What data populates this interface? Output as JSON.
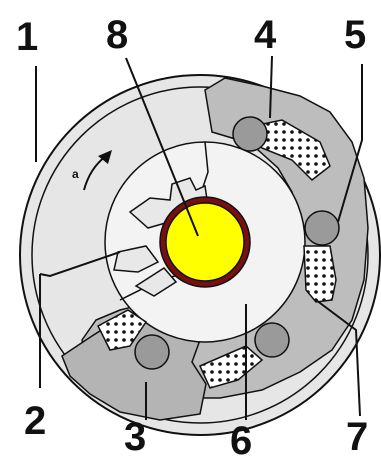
{
  "diagram": {
    "callouts": [
      {
        "id": "1",
        "label": "1"
      },
      {
        "id": "2",
        "label": "2"
      },
      {
        "id": "3",
        "label": "3"
      },
      {
        "id": "4",
        "label": "4"
      },
      {
        "id": "5",
        "label": "5"
      },
      {
        "id": "6",
        "label": "6"
      },
      {
        "id": "7",
        "label": "7"
      },
      {
        "id": "8",
        "label": "8"
      }
    ],
    "rotation_label": "a",
    "colors": {
      "outer_ring": "#e6e6e6",
      "body": "#bdbdbd",
      "hub": "#f3f3f3",
      "roller": "#9a9a9a",
      "shaft": "#ffff00",
      "shaft_ring": "#7a0f12",
      "outline": "#111111"
    }
  }
}
